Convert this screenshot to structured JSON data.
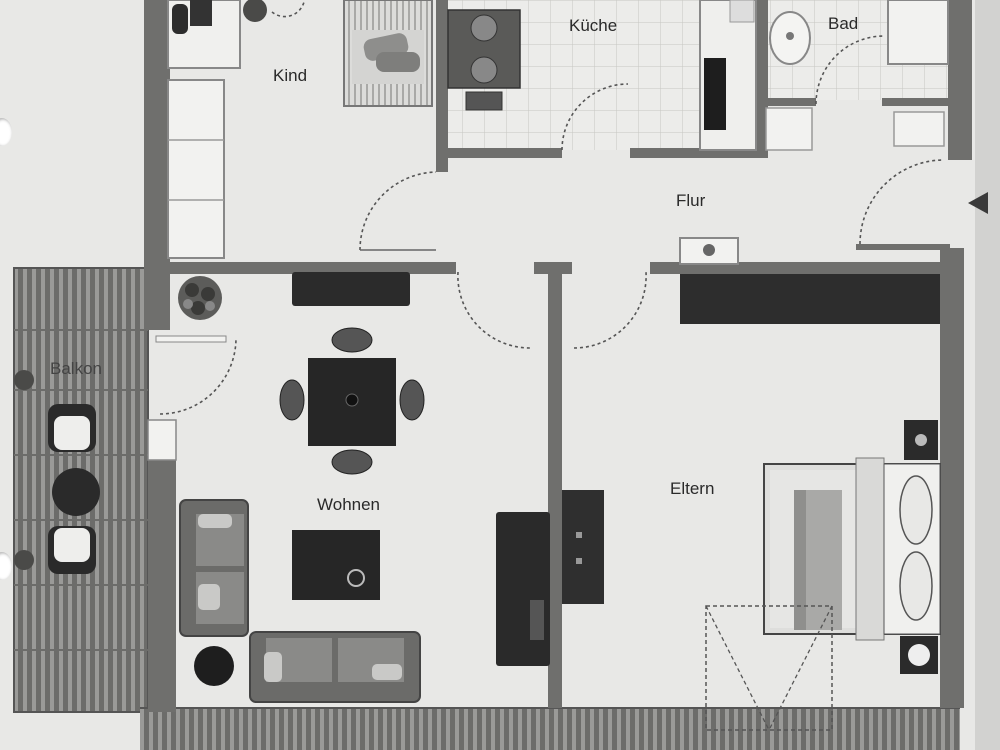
{
  "rooms": {
    "kind": "Kind",
    "kueche": "Küche",
    "bad": "Bad",
    "flur": "Flur",
    "balkon": "Balkon",
    "wohnen": "Wohnen",
    "eltern": "Eltern"
  },
  "colors": {
    "paper": "#e9e9e7",
    "wall": "#6e6e6c",
    "dark_furniture": "#2b2b2b",
    "tile_line": "#c8c8c4",
    "deck": "#8a8a88",
    "door_swing": "#6a6a6a"
  },
  "icons": {
    "plant": "plant-icon",
    "door": "door-swing-icon",
    "arrow": "arrow-left-icon"
  }
}
